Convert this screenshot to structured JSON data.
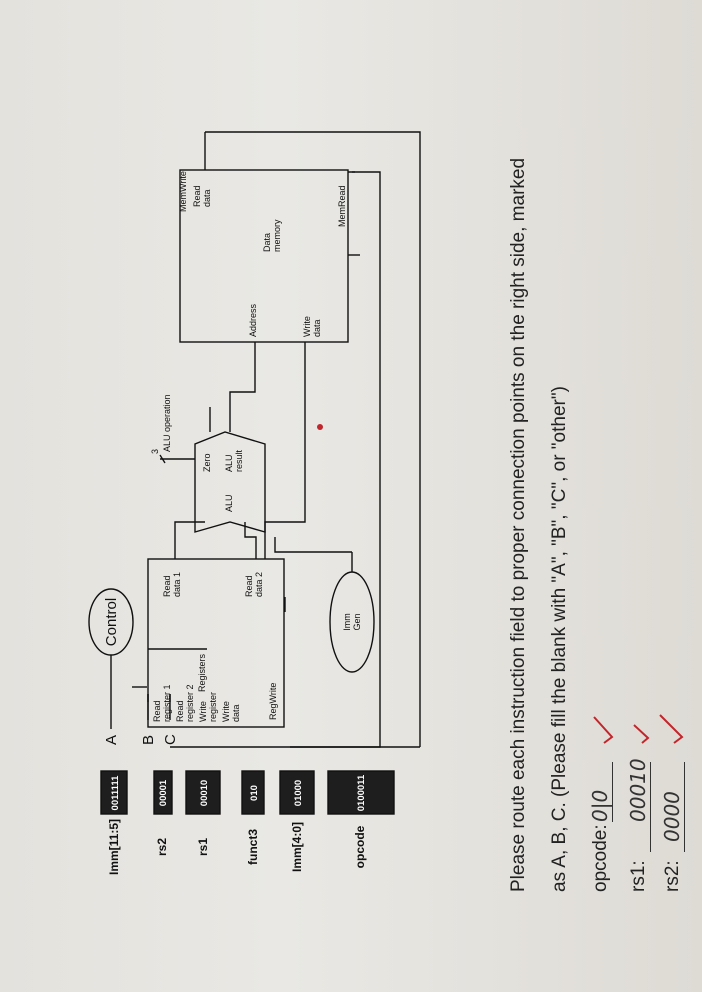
{
  "instruction": {
    "fields": [
      "0011111",
      "00001",
      "00010",
      "010",
      "01000",
      "0100011"
    ],
    "field_names": [
      "Imm[11:5]",
      "rs2",
      "rs1",
      "funct3",
      "Imm[4:0]",
      "opcode"
    ]
  },
  "diagram": {
    "inputs": [
      "A",
      "B",
      "C"
    ],
    "control": "Control",
    "alu_op": "ALU operation",
    "alu_op_bits": "3",
    "registers": {
      "read_reg1": [
        "Read",
        "register 1"
      ],
      "read_reg2": [
        "Read",
        "register 2"
      ],
      "write_reg": [
        "Write",
        "register"
      ],
      "write_data": [
        "Write",
        "data"
      ],
      "read_data1": [
        "Read",
        "data 1"
      ],
      "read_data2": [
        "Read",
        "data 2"
      ],
      "title": "Registers",
      "regwrite": "RegWrite"
    },
    "alu": {
      "zero": "Zero",
      "label": "ALU",
      "result": [
        "ALU",
        "result"
      ]
    },
    "imm_gen": [
      "Imm",
      "Gen"
    ],
    "memory": {
      "address": "Address",
      "read_data": [
        "Read",
        "data"
      ],
      "title": [
        "Data",
        "memory"
      ],
      "write_data": [
        "Write",
        "data"
      ],
      "memwrite": "MemWrite",
      "memread": "MemRead"
    }
  },
  "question": {
    "line1": "Please route each instruction field to proper connection points on the right side, marked",
    "line2": "as A, B, C. (Please fill the blank with \"A\", \"B\", \"C\", or \"other\")"
  },
  "answers": [
    {
      "label": "opcode:",
      "value": "0|0"
    },
    {
      "label": "rs1:",
      "value": "00010"
    },
    {
      "label": "rs2:",
      "value": "0000"
    }
  ]
}
